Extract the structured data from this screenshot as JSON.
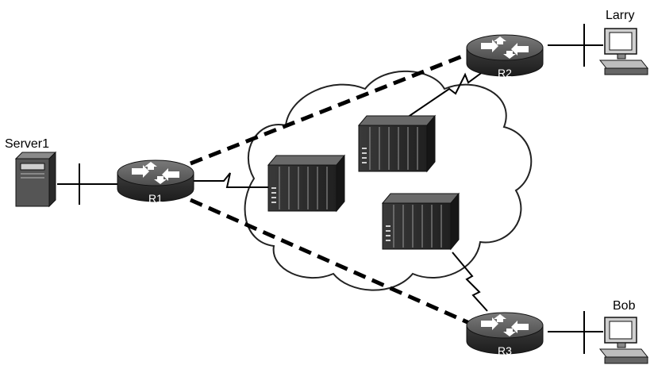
{
  "diagram": {
    "devices": {
      "server": {
        "label": "Server1"
      },
      "r1": {
        "label": "R1"
      },
      "r2": {
        "label": "R2"
      },
      "r3": {
        "label": "R3"
      },
      "pc_larry": {
        "label": "Larry"
      },
      "pc_bob": {
        "label": "Bob"
      }
    },
    "links": {
      "virtual_circuits": [
        "R1-R2",
        "R1-R3"
      ],
      "access_links": [
        "R1-switch-1",
        "R2-switch-2",
        "R3-switch-3"
      ],
      "lan_links": [
        "Server1-R1",
        "R2-Larry",
        "R3-Bob"
      ]
    },
    "cloud": {
      "switch_count": 3
    }
  }
}
